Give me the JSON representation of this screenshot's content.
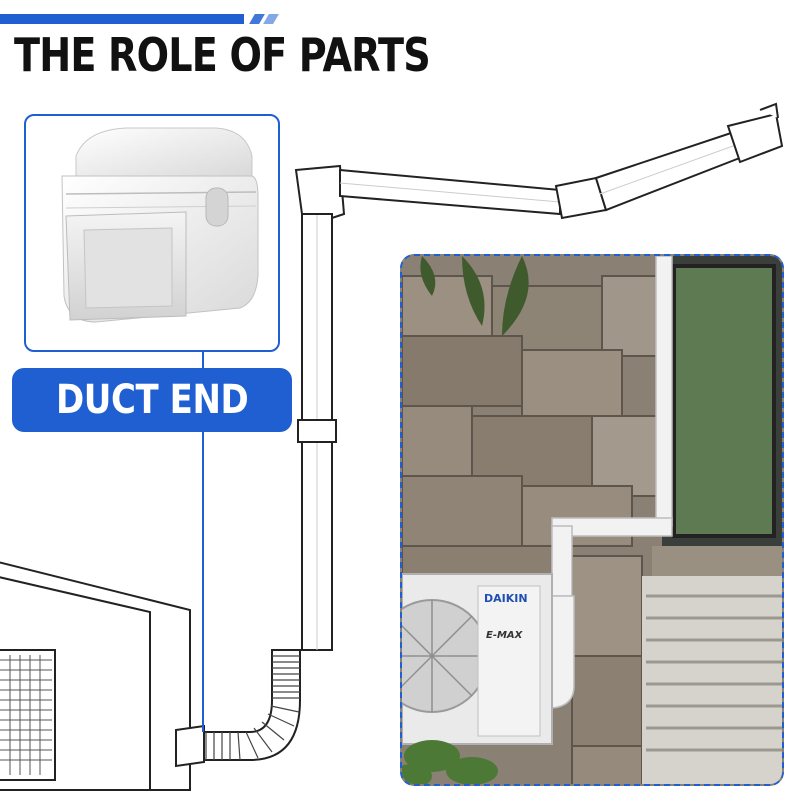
{
  "header": {
    "title": "THE ROLE OF PARTS"
  },
  "part": {
    "label": "DUCT END"
  },
  "photo": {
    "brand": "DAIKIN",
    "model": "E-MAX"
  },
  "icons": {
    "product": "duct-end-image",
    "diagram": "duct-installation-diagram",
    "photo": "installation-photo"
  },
  "colors": {
    "accent": "#1f5fd1",
    "title": "#111111",
    "label_text": "#ffffff",
    "outline": "#222222"
  }
}
